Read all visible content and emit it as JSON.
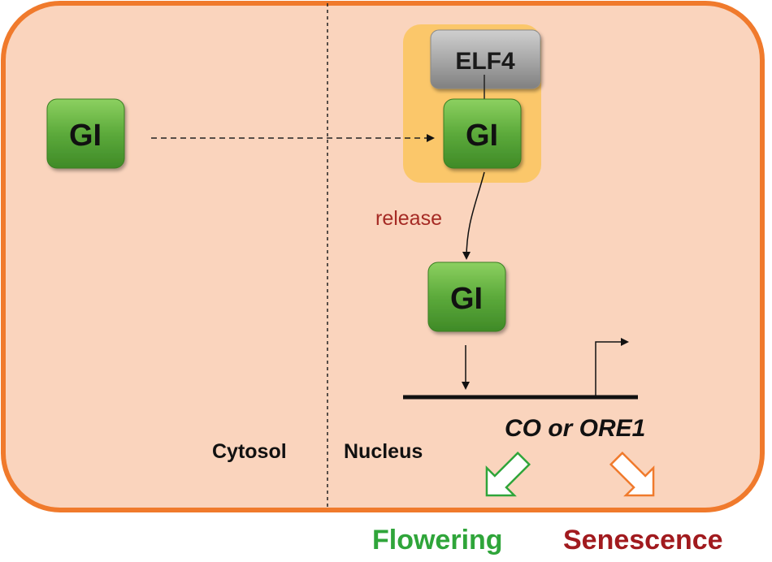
{
  "compartments": {
    "cytosol": "Cytosol",
    "nucleus": "Nucleus"
  },
  "proteins": {
    "gi_cytosol": "GI",
    "gi_complex": "GI",
    "gi_released": "GI",
    "elf4": "ELF4"
  },
  "labels": {
    "release": "release",
    "gene": "CO or ORE1"
  },
  "outcomes": {
    "flowering": "Flowering",
    "senescence": "Senescence"
  },
  "colors": {
    "cell_fill": "#fad4bd",
    "cell_border": "#f07a2c",
    "complex_halo": "#fbc76a",
    "gi_green": "#5caa3b",
    "elf4_gray": "#9c9c9c",
    "release_red": "#a52a24",
    "flowering_green": "#2fa53a",
    "senescence_red": "#a11a1e"
  }
}
